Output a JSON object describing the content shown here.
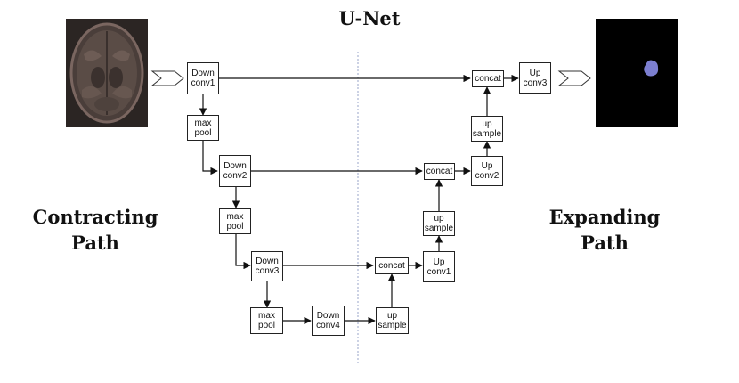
{
  "title": "U-Net",
  "labels": {
    "contracting": [
      "Contracting",
      "Path"
    ],
    "expanding": [
      "Expanding",
      "Path"
    ]
  },
  "nodes": {
    "down_conv1": [
      "Down",
      "conv1"
    ],
    "max_pool1": [
      "max",
      "pool"
    ],
    "down_conv2": [
      "Down",
      "conv2"
    ],
    "max_pool2": [
      "max",
      "pool"
    ],
    "down_conv3": [
      "Down",
      "conv3"
    ],
    "max_pool3": [
      "max",
      "pool"
    ],
    "down_conv4": [
      "Down",
      "conv4"
    ],
    "up_sample1": [
      "up",
      "sample"
    ],
    "concat1": [
      "concat"
    ],
    "up_conv1": [
      "Up",
      "conv1"
    ],
    "up_sample2": [
      "up",
      "sample"
    ],
    "concat2": [
      "concat"
    ],
    "up_conv2": [
      "Up",
      "conv2"
    ],
    "up_sample3": [
      "up",
      "sample"
    ],
    "concat3": [
      "concat"
    ],
    "up_conv3": [
      "Up",
      "conv3"
    ]
  },
  "colors": {
    "segmentation_mask": "#7c7fd0",
    "output_background": "#000000",
    "divider": "#9aa6c8"
  },
  "icons": {
    "input_arrow": "chevron-arrow-icon",
    "output_arrow": "chevron-arrow-icon"
  }
}
